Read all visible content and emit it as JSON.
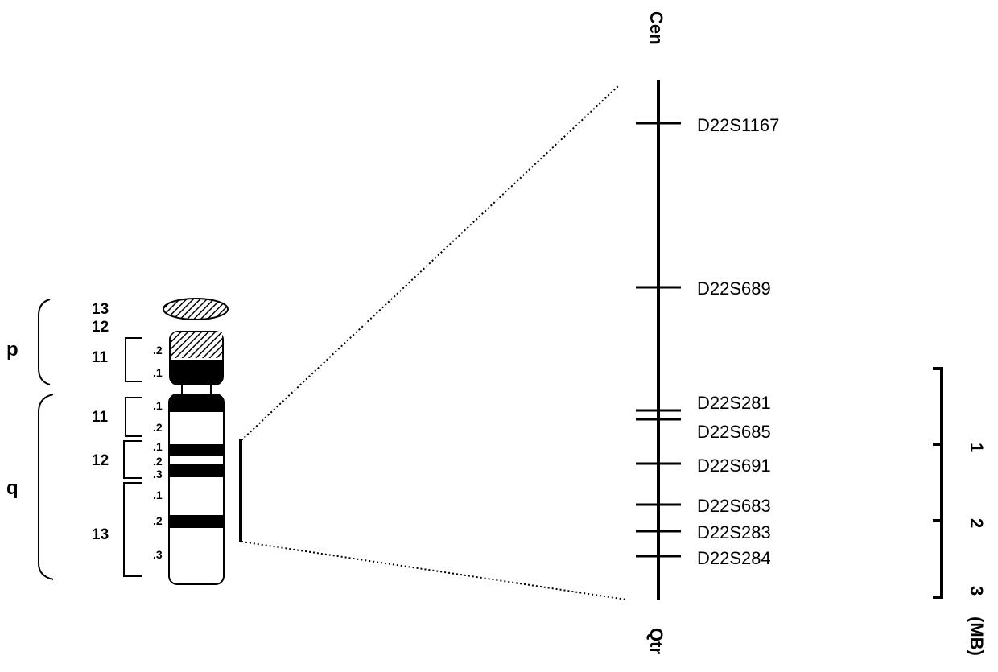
{
  "ideogram": {
    "arms": [
      "p",
      "q"
    ],
    "p_bands": [
      "13",
      "12",
      "11"
    ],
    "p11_sub": [
      ".2",
      ".1"
    ],
    "q_bands": [
      "11",
      "12",
      "13"
    ],
    "q11_sub": [
      ".1",
      ".2"
    ],
    "q12_sub": [
      ".1",
      ".2",
      ".3"
    ],
    "q13_sub": [
      ".1",
      ".2",
      ".3"
    ]
  },
  "map": {
    "top_label": "Cen",
    "bottom_label": "Qtr",
    "markers": [
      "D22S1167",
      "D22S689",
      "D22S281",
      "D22S685",
      "D22S691",
      "D22S683",
      "D22S283",
      "D22S284"
    ]
  },
  "scale": {
    "ticks": [
      "1",
      "2",
      "3"
    ],
    "unit": "(MB)"
  },
  "colors": {
    "ink": "#000000",
    "background": "#ffffff"
  }
}
